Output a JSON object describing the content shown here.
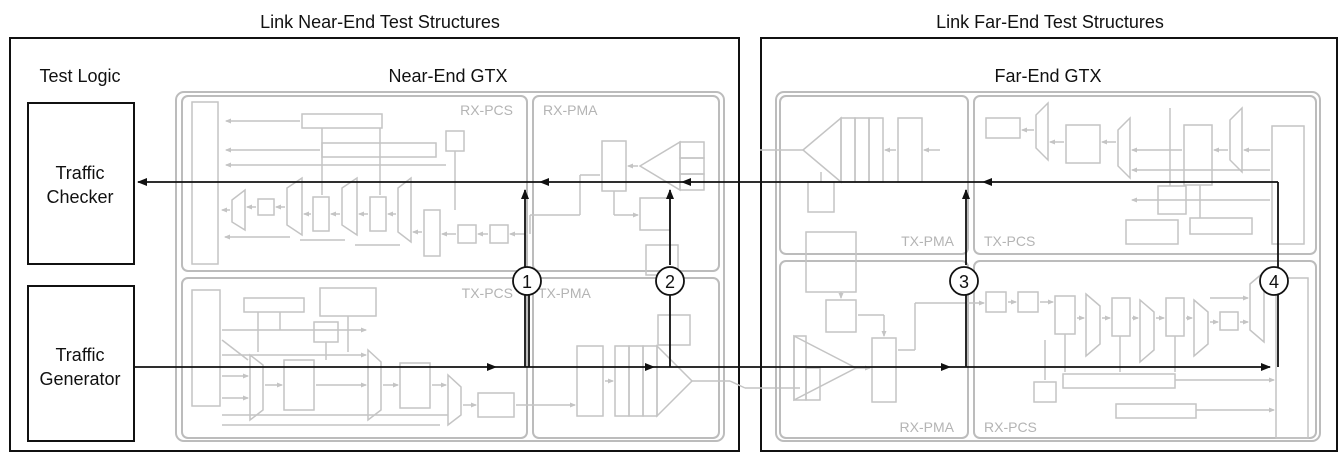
{
  "headers": {
    "near_end": "Link Near-End Test Structures",
    "far_end": "Link Far-End Test Structures"
  },
  "near": {
    "test_logic": "Test Logic",
    "gtx_title": "Near-End GTX",
    "traffic_checker": [
      "Traffic",
      "Checker"
    ],
    "traffic_generator": [
      "Traffic",
      "Generator"
    ],
    "rx_pcs": "RX-PCS",
    "rx_pma": "RX-PMA",
    "tx_pcs": "TX-PCS",
    "tx_pma": "TX-PMA"
  },
  "far": {
    "gtx_title": "Far-End GTX",
    "tx_pma": "TX-PMA",
    "tx_pcs": "TX-PCS",
    "rx_pma": "RX-PMA",
    "rx_pcs": "RX-PCS"
  },
  "loopback_points": [
    "1",
    "2",
    "3",
    "4"
  ],
  "colors": {
    "frame": "#111111",
    "block_outline": "#bcbcbc"
  }
}
